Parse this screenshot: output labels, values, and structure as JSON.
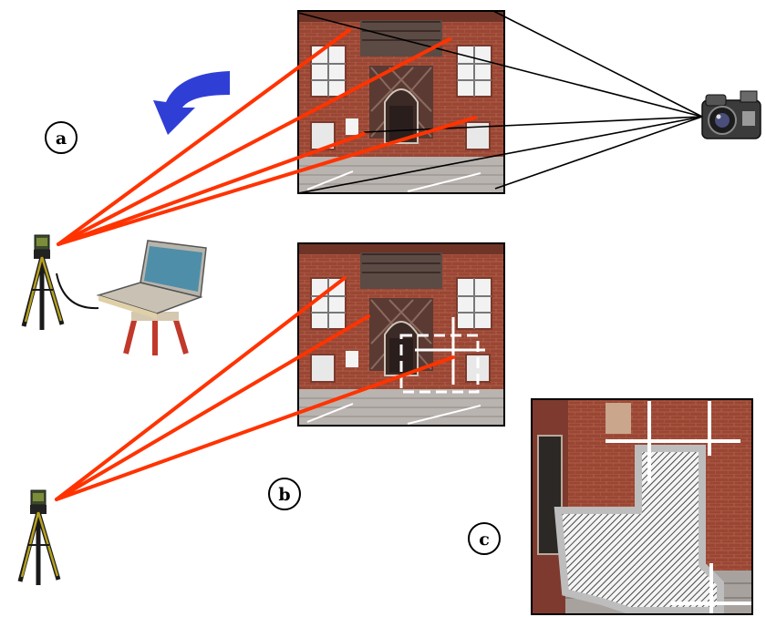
{
  "labels": {
    "a": "a",
    "b": "b",
    "c": "c"
  },
  "colors": {
    "ray": "#ff3300",
    "arrow": "#2f3fd6",
    "brick": "#8e3f2e",
    "frame": "#000000"
  },
  "icons": {
    "camera": "camera-icon",
    "total_station": "total-station-icon",
    "laptop": "laptop-icon",
    "rotate_arrow": "curved-arrow-icon"
  }
}
